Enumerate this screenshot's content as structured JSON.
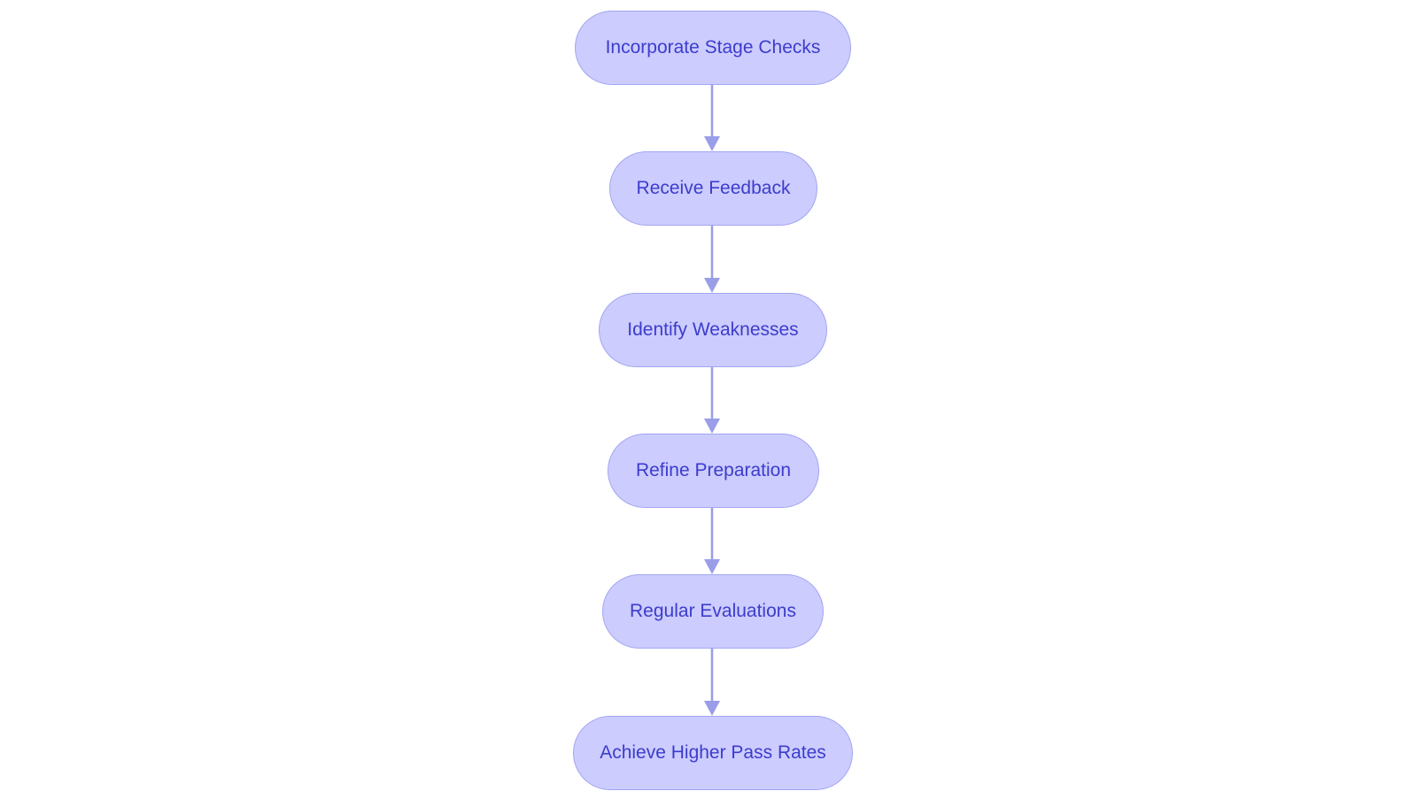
{
  "diagram": {
    "type": "flowchart",
    "direction": "top-to-bottom",
    "colors": {
      "node_fill": "#ccccff",
      "node_border": "#a3a6f0",
      "node_text": "#3c3ccc",
      "edge": "#9a9de8"
    },
    "nodes": [
      {
        "id": "n1",
        "label": "Incorporate Stage Checks"
      },
      {
        "id": "n2",
        "label": "Receive Feedback"
      },
      {
        "id": "n3",
        "label": "Identify Weaknesses"
      },
      {
        "id": "n4",
        "label": "Refine Preparation"
      },
      {
        "id": "n5",
        "label": "Regular Evaluations"
      },
      {
        "id": "n6",
        "label": "Achieve Higher Pass Rates"
      }
    ],
    "edges": [
      {
        "from": "n1",
        "to": "n2"
      },
      {
        "from": "n2",
        "to": "n3"
      },
      {
        "from": "n3",
        "to": "n4"
      },
      {
        "from": "n4",
        "to": "n5"
      },
      {
        "from": "n5",
        "to": "n6"
      }
    ]
  }
}
